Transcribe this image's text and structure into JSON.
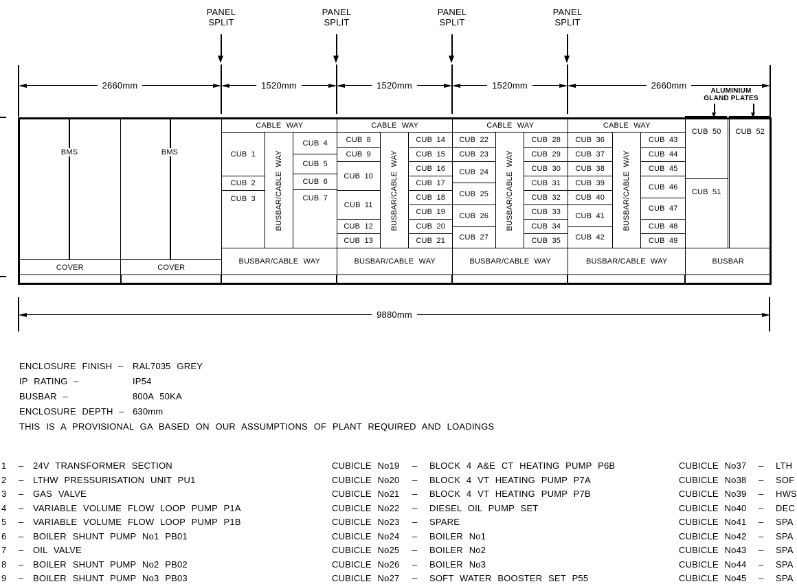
{
  "annotations": {
    "panel_split": {
      "line1": "PANEL",
      "line2": "SPLIT"
    },
    "gland": {
      "line1": "ALUMINIUM",
      "line2": "GLAND PLATES"
    }
  },
  "dimensions": {
    "segments": [
      "2660mm",
      "1520mm",
      "1520mm",
      "1520mm",
      "2660mm"
    ],
    "overall": "9880mm"
  },
  "panel": {
    "bms_label": "BMS",
    "cover_label": "COVER",
    "cable_way": "CABLE WAY",
    "busbar_cable_way": "BUSBAR/CABLE WAY",
    "busbar": "BUSBAR",
    "cubs": {
      "c1": "CUB 1",
      "c2": "CUB 2",
      "c3": "CUB 3",
      "c4": "CUB 4",
      "c5": "CUB 5",
      "c6": "CUB 6",
      "c7": "CUB 7",
      "c8": "CUB 8",
      "c9": "CUB 9",
      "c10": "CUB 10",
      "c11": "CUB 11",
      "c12": "CUB 12",
      "c13": "CUB 13",
      "c14": "CUB 14",
      "c15": "CUB 15",
      "c16": "CUB 16",
      "c17": "CUB 17",
      "c18": "CUB 18",
      "c19": "CUB 19",
      "c20": "CUB 20",
      "c21": "CUB 21",
      "c22": "CUB 22",
      "c23": "CUB 23",
      "c24": "CUB 24",
      "c25": "CUB 25",
      "c26": "CUB 26",
      "c27": "CUB 27",
      "c28": "CUB 28",
      "c29": "CUB 29",
      "c30": "CUB 30",
      "c31": "CUB 31",
      "c32": "CUB 32",
      "c33": "CUB 33",
      "c34": "CUB 34",
      "c35": "CUB 35",
      "c36": "CUB 36",
      "c37": "CUB 37",
      "c38": "CUB 38",
      "c39": "CUB 39",
      "c40": "CUB 40",
      "c41": "CUB 41",
      "c42": "CUB 42",
      "c43": "CUB 43",
      "c44": "CUB 44",
      "c45": "CUB 45",
      "c46": "CUB 46",
      "c47": "CUB 47",
      "c48": "CUB 48",
      "c49": "CUB 49",
      "c50": "CUB 50",
      "c51": "CUB 51",
      "c52": "CUB 52"
    }
  },
  "notes": [
    {
      "label": "ENCLOSURE FINISH –",
      "value": "RAL7035 GREY"
    },
    {
      "label": "IP RATING –",
      "value": "IP54"
    },
    {
      "label": "BUSBAR –",
      "value": "800A 50KA"
    },
    {
      "label": "ENCLOSURE DEPTH –",
      "value": "630mm"
    },
    {
      "label": "THIS IS A PROVISIONAL GA BASED ON OUR ASSUMPTIONS OF PLANT REQUIRED AND LOADINGS",
      "value": ""
    }
  ],
  "cubicle_list": {
    "dash": "–",
    "col1": [
      {
        "no": "1",
        "desc": "24V TRANSFORMER SECTION"
      },
      {
        "no": "2",
        "desc": "LTHW PRESSURISATION UNIT PU1"
      },
      {
        "no": "3",
        "desc": "GAS VALVE"
      },
      {
        "no": "4",
        "desc": "VARIABLE VOLUME FLOW LOOP PUMP P1A"
      },
      {
        "no": "5",
        "desc": "VARIABLE VOLUME FLOW LOOP PUMP P1B"
      },
      {
        "no": "6",
        "desc": "BOILER SHUNT PUMP No1 PB01"
      },
      {
        "no": "7",
        "desc": "OIL VALVE"
      },
      {
        "no": "8",
        "desc": "BOILER SHUNT PUMP No2 PB02"
      },
      {
        "no": "9",
        "desc": "BOILER SHUNT PUMP No3 PB03"
      }
    ],
    "col2": [
      {
        "no": "CUBICLE No19",
        "desc": "BLOCK 4 A&E CT HEATING PUMP P6B"
      },
      {
        "no": "CUBICLE No20",
        "desc": "BLOCK 4 VT HEATING PUMP P7A"
      },
      {
        "no": "CUBICLE No21",
        "desc": "BLOCK 4 VT HEATING PUMP P7B"
      },
      {
        "no": "CUBICLE No22",
        "desc": "DIESEL OIL PUMP SET"
      },
      {
        "no": "CUBICLE No23",
        "desc": "SPARE"
      },
      {
        "no": "CUBICLE No24",
        "desc": "BOILER No1"
      },
      {
        "no": "CUBICLE No25",
        "desc": "BOILER No2"
      },
      {
        "no": "CUBICLE No26",
        "desc": "BOILER No3"
      },
      {
        "no": "CUBICLE No27",
        "desc": "SOFT WATER BOOSTER SET P55"
      }
    ],
    "col3": [
      {
        "no": "CUBICLE No37",
        "desc": "LTH"
      },
      {
        "no": "CUBICLE No38",
        "desc": "SOF"
      },
      {
        "no": "CUBICLE No39",
        "desc": "HWS"
      },
      {
        "no": "CUBICLE No40",
        "desc": "DEC"
      },
      {
        "no": "CUBICLE No41",
        "desc": "SPA"
      },
      {
        "no": "CUBICLE No42",
        "desc": "SPA"
      },
      {
        "no": "CUBICLE No43",
        "desc": "SPA"
      },
      {
        "no": "CUBICLE No44",
        "desc": "SPA"
      },
      {
        "no": "CUBICLE No45",
        "desc": "SPA"
      }
    ]
  }
}
